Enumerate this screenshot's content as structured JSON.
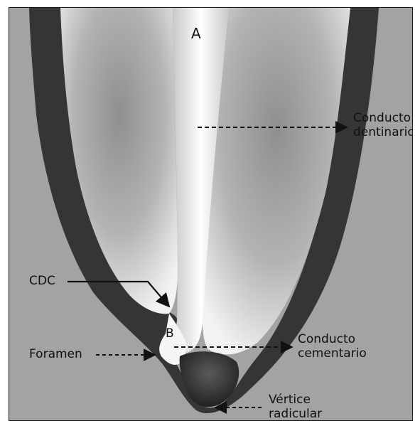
{
  "labels": {
    "a": "A",
    "b": "B",
    "cdc": "CDC",
    "foramen": "Foramen",
    "conducto_dentinario": [
      "Conducto",
      "dentinario"
    ],
    "conducto_cementario": [
      "Conducto",
      "cementario"
    ],
    "vertice_radicular": [
      "Vértice",
      "radicular"
    ]
  },
  "colors": {
    "background_gray": "#a3a3a3",
    "dentin_light": "#ececec",
    "cementum_dark": "#3a3a3a",
    "canal_white": "#ffffff",
    "label_text": "#111111"
  }
}
